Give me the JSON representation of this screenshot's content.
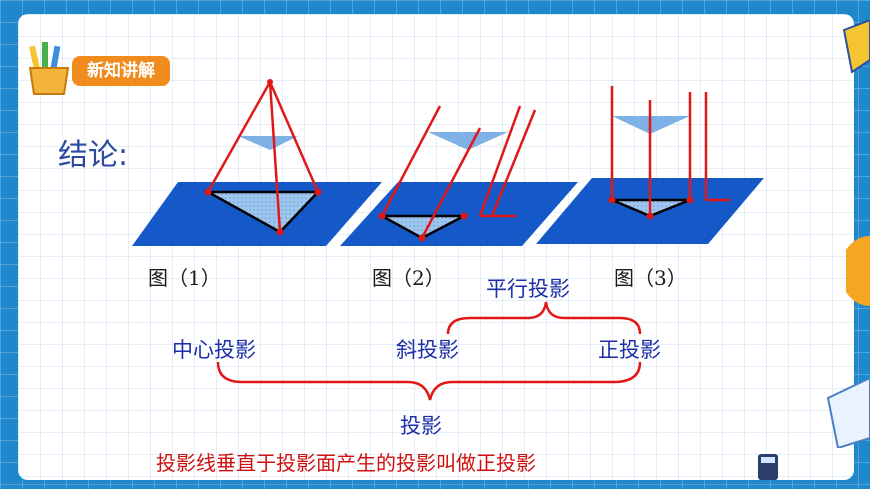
{
  "badge": {
    "label": "新知讲解"
  },
  "conclusion": "结论:",
  "figures": [
    {
      "label": "图（1）"
    },
    {
      "label": "图（2）"
    },
    {
      "label": "图（3）"
    }
  ],
  "classification": {
    "parallel": "平行投影",
    "central": "中心投影",
    "oblique": "斜投影",
    "orthographic": "正投影",
    "projection": "投影"
  },
  "definition": "投影线垂直于投影面产生的投影叫做正投影",
  "colors": {
    "plane": "#1558c8",
    "ray": "#e01818",
    "shape": "#7fb0e6",
    "text_blue": "#1c2ea8",
    "text_red": "#d01010"
  }
}
